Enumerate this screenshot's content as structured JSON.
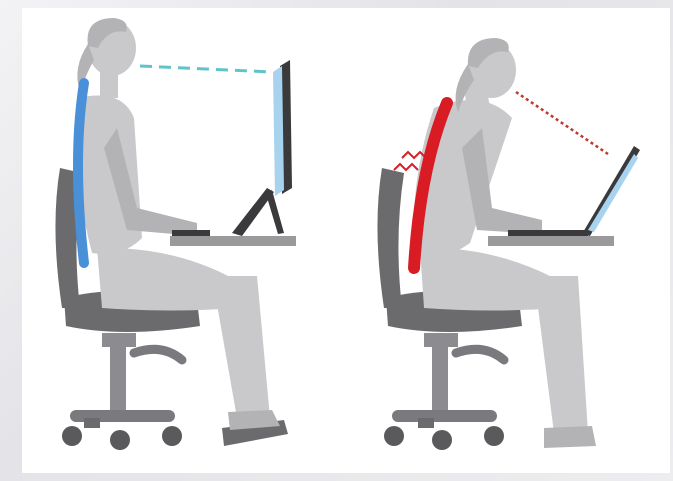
{
  "image": {
    "subject": "ergonomics-posture-comparison",
    "figures": [
      {
        "id": "good-posture",
        "spine_color": "#4a90d9",
        "sightline_color": "#5fc3c8",
        "sightline_style": "dashed",
        "screen_color": "#a8d3ef"
      },
      {
        "id": "bad-posture",
        "spine_color": "#d91c24",
        "sightline_color": "#c0392b",
        "sightline_style": "dotted",
        "screen_color": "#a8d3ef"
      }
    ],
    "colors": {
      "body": "#c9c9cb",
      "body_shadow": "#b3b3b6",
      "chair_dark": "#6b6b6e",
      "chair_mid": "#8c8c90",
      "desk": "#9a9a9d",
      "laptop_dark": "#3a3a3d"
    }
  }
}
